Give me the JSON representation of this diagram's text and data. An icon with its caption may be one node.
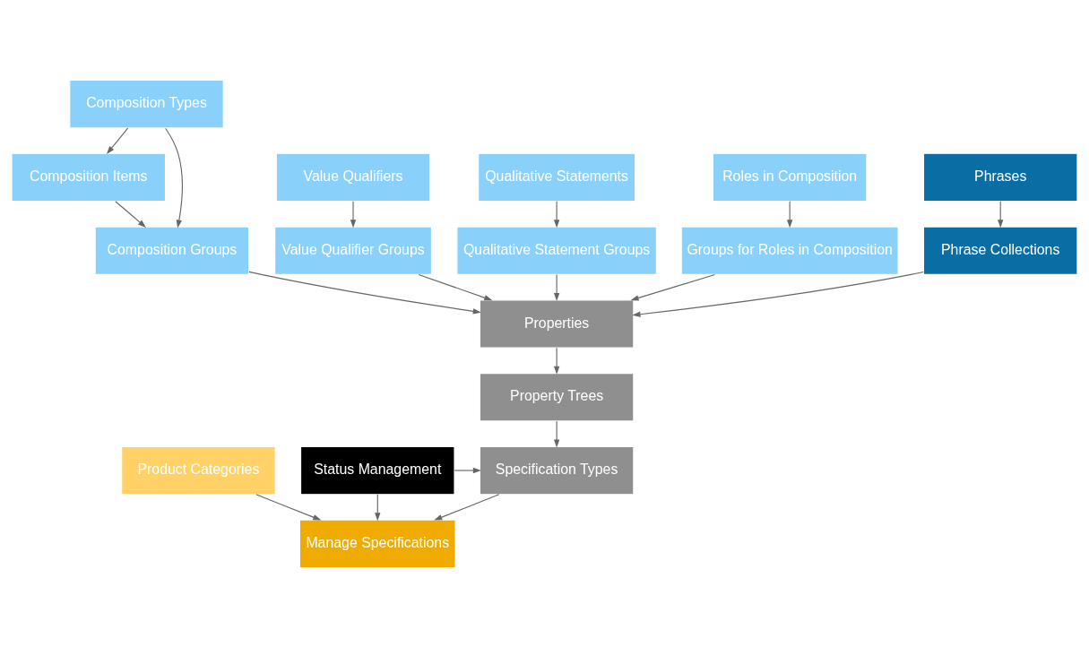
{
  "diagram": {
    "nodes": [
      {
        "text": [
          "Composition Types"
        ]
      },
      {
        "text": [
          "Value Qualifiers"
        ]
      },
      {
        "text": [
          "Qualitative Statements"
        ]
      },
      {
        "text": [
          "Roles in Composition"
        ]
      },
      {
        "text": [
          "Composition Items"
        ]
      },
      {
        "text": [
          "Phrases"
        ]
      },
      {
        "text": [
          "Value Qualifier Groups"
        ]
      },
      {
        "text": [
          "Qualitative Statement Groups"
        ]
      },
      {
        "text": [
          "Groups for Roles in Composition"
        ]
      },
      {
        "text": [
          "Composition Groups"
        ]
      },
      {
        "text": [
          "Phrase Collections"
        ]
      },
      {
        "text": [
          "Properties"
        ]
      },
      {
        "text": [
          "Property Trees"
        ]
      },
      {
        "text": [
          "Product Categories"
        ]
      },
      {
        "text": [
          "Specification Types"
        ]
      },
      {
        "text": [
          "Status Management"
        ]
      },
      {
        "text": [
          "Manage Specifications"
        ]
      }
    ],
    "edges": [
      {
        "from": 0,
        "to": 4,
        "arrow": "to"
      },
      {
        "from": 0,
        "to": 9,
        "arrow": "to"
      },
      {
        "from": 1,
        "to": 6,
        "arrow": "to"
      },
      {
        "from": 2,
        "to": 7,
        "arrow": "to"
      },
      {
        "from": 3,
        "to": 8,
        "arrow": "to"
      },
      {
        "from": 4,
        "to": 9,
        "arrow": "to"
      },
      {
        "from": 5,
        "to": 10,
        "arrow": "to"
      },
      {
        "from": 6,
        "to": 11,
        "arrow": "to"
      },
      {
        "from": 7,
        "to": 11,
        "arrow": "to"
      },
      {
        "from": 8,
        "to": 11,
        "arrow": "to"
      },
      {
        "from": 9,
        "to": 11,
        "arrow": "to"
      },
      {
        "from": 10,
        "to": 11,
        "arrow": "to"
      },
      {
        "from": 11,
        "to": 12,
        "arrow": "to"
      },
      {
        "from": 12,
        "to": 14,
        "arrow": "to"
      },
      {
        "from": 15,
        "to": 14,
        "arrow": "to"
      },
      {
        "from": 13,
        "to": 16,
        "arrow": "to"
      },
      {
        "from": 14,
        "to": 16,
        "arrow": "to"
      },
      {
        "from": 15,
        "to": 16,
        "arrow": "to"
      }
    ]
  }
}
